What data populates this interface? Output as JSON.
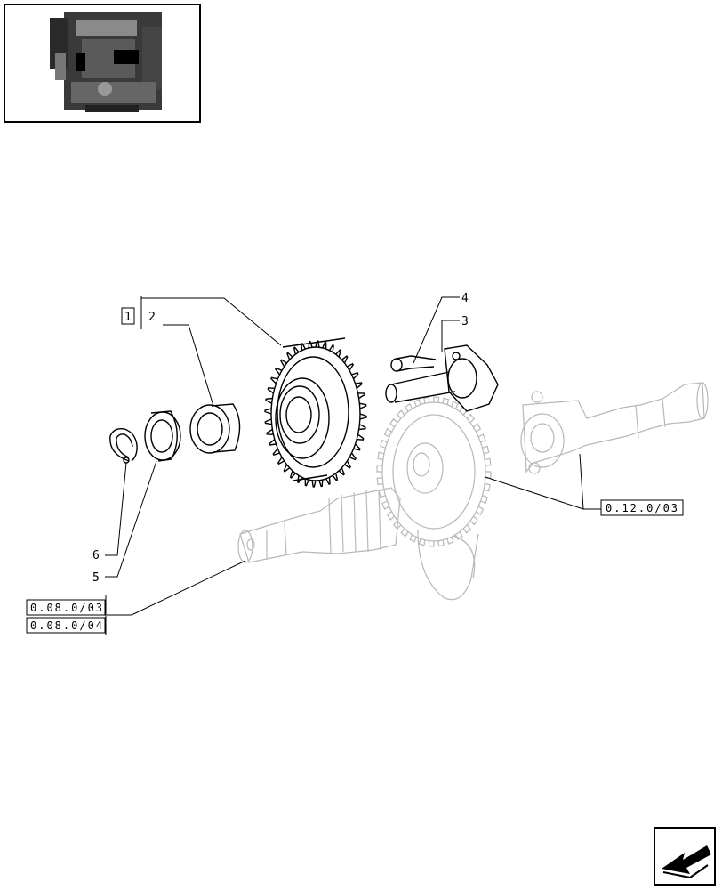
{
  "callouts": {
    "item_1": "1",
    "item_2": "2",
    "item_3": "3",
    "item_4": "4",
    "item_5": "5",
    "item_6": "6"
  },
  "references": {
    "ref_camshaft": "0.12.0/03",
    "ref_crankshaft_a": "0.08.0/03",
    "ref_crankshaft_b": "0.08.0/04"
  },
  "icons": {
    "thumbnail": "engine-thumbnail-icon",
    "nav": "back-arrow-icon"
  }
}
